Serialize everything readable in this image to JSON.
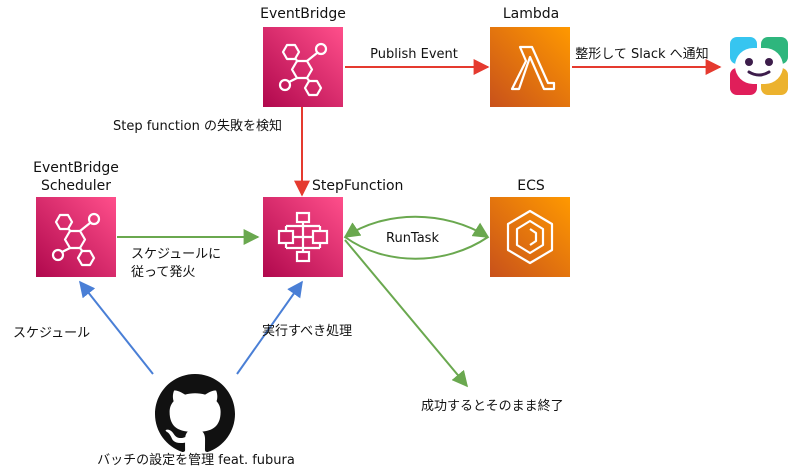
{
  "nodes": {
    "eventbridge": {
      "title": "EventBridge",
      "icon": "eventbridge-icon"
    },
    "lambda": {
      "title": "Lambda",
      "icon": "lambda-icon"
    },
    "scheduler": {
      "title_line1": "EventBridge",
      "title_line2": "Scheduler",
      "icon": "eventbridge-scheduler-icon"
    },
    "stepfunction": {
      "title": "StepFunction",
      "icon": "step-functions-icon"
    },
    "ecs": {
      "title": "ECS",
      "icon": "ecs-icon"
    },
    "slack": {
      "icon": "slack-icon"
    },
    "github": {
      "icon": "github-icon"
    }
  },
  "edges": {
    "publish_event": "Publish Event",
    "notify_slack": "整形して Slack へ通知",
    "detect_failure": "Step function の失敗を検知",
    "trigger_line1": "スケジュールに",
    "trigger_line2": "従って発火",
    "run_task": "RunTask",
    "schedule": "スケジュール",
    "workload": "実行すべき処理",
    "success": "成功するとそのまま終了"
  },
  "footer": {
    "batch_caption": "バッチの設定を管理 feat. fubura"
  },
  "colors": {
    "integration_pink_top": "#e7157b",
    "integration_pink_bottom": "#b0084d",
    "compute_orange": "#ed7100",
    "arrow_red": "#e53a2f",
    "arrow_green": "#6aa84f",
    "arrow_blue": "#4a7fd6"
  }
}
